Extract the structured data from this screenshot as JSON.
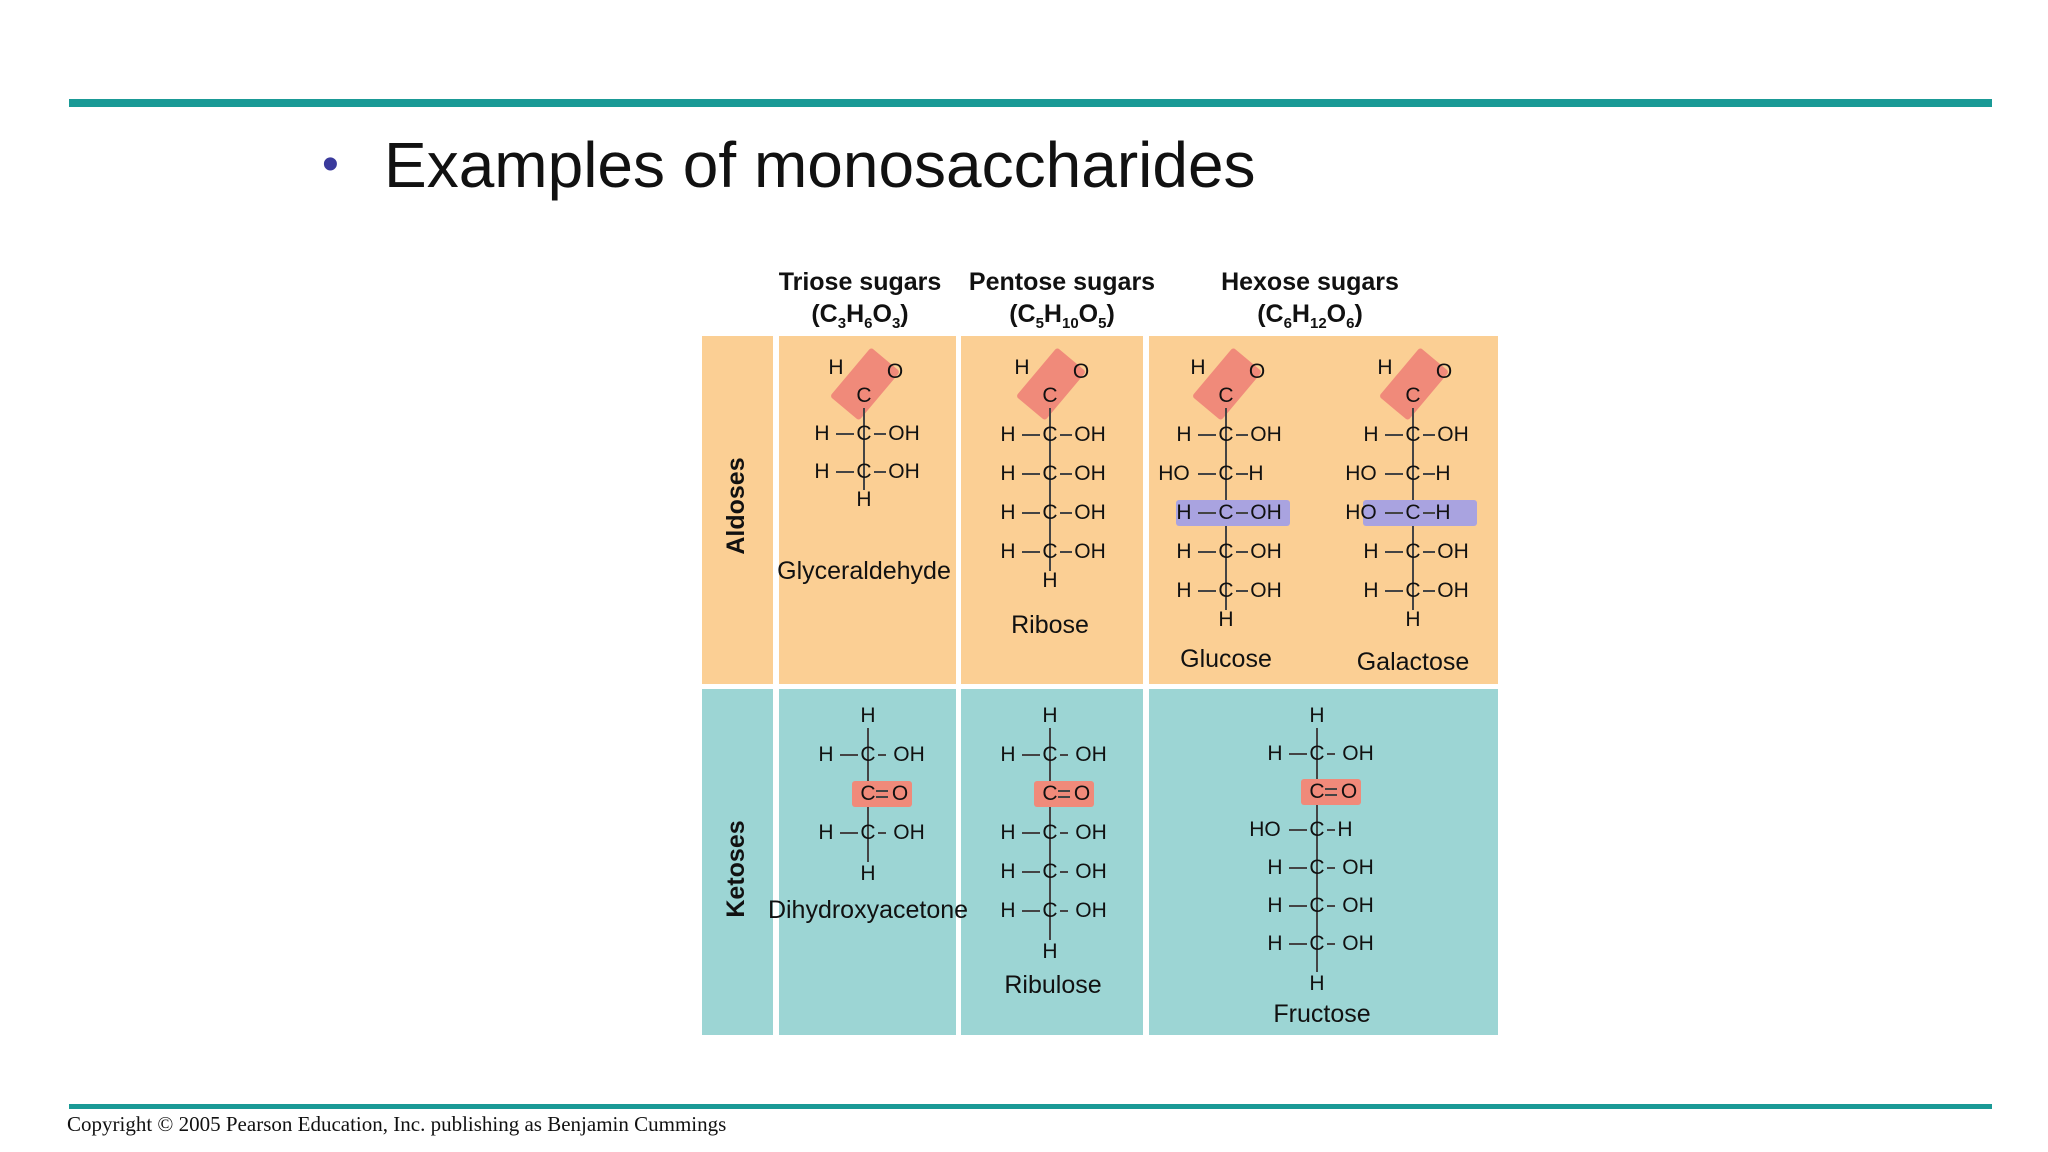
{
  "slide": {
    "bullet": "•",
    "title": "Examples of monosaccharides",
    "copyright": "Copyright © 2005 Pearson Education, Inc. publishing as Benjamin Cummings"
  },
  "figure": {
    "columns": [
      {
        "name": "Triose sugars",
        "formula_parts": [
          "(C",
          "3",
          "H",
          "6",
          "O",
          "3",
          ")"
        ]
      },
      {
        "name": "Pentose sugars",
        "formula_parts": [
          "(C",
          "5",
          "H",
          "10",
          "O",
          "5",
          ")"
        ]
      },
      {
        "name": "Hexose sugars",
        "formula_parts": [
          "(C",
          "6",
          "H",
          "12",
          "O",
          "6",
          ")"
        ]
      }
    ],
    "rows": [
      {
        "name": "Aldoses"
      },
      {
        "name": "Ketoses"
      }
    ],
    "molecules": {
      "glyceraldehyde": "Glyceraldehyde",
      "ribose": "Ribose",
      "glucose": "Glucose",
      "galactose": "Galactose",
      "dihydroxyacetone": "Dihydroxyacetone",
      "ribulose": "Ribulose",
      "fructose": "Fructose"
    },
    "atoms": {
      "H": "H",
      "C": "C",
      "O": "O",
      "OH": "OH",
      "HO": "HO"
    },
    "colors": {
      "aldose_bg": "#fbcf94",
      "ketose_bg": "#9cd5d4",
      "carbonyl_highlight": "#f08a7a",
      "isomer_highlight": "#a9a3e0",
      "rule": "#1a9a96"
    }
  }
}
